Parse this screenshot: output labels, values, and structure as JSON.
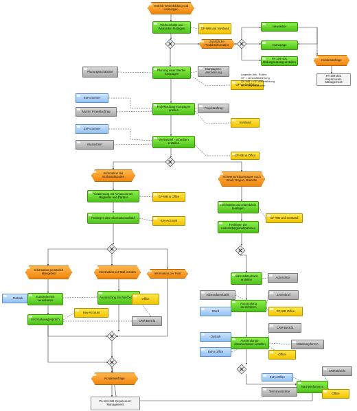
{
  "diagram": {
    "nodes": [
      {
        "id": "e0",
        "kind": "event",
        "label": "Vertrieb Weiterbildung und Leistungen"
      },
      {
        "id": "f1",
        "kind": "func",
        "label": "Werbeinhalte und Webseiten festlegen"
      },
      {
        "id": "r1",
        "kind": "role",
        "label": "GF-WB und Vorstand"
      },
      {
        "id": "e1",
        "kind": "event",
        "label": "Zusätzliche Produktinformation"
      },
      {
        "id": "f2",
        "kind": "func",
        "label": "Newsletter"
      },
      {
        "id": "f3",
        "kind": "func",
        "label": "Homepage"
      },
      {
        "id": "f4",
        "kind": "func",
        "label": "PA 104-400 Bildungskatalog erstellen"
      },
      {
        "id": "e2",
        "kind": "event",
        "label": "Kundenanfrage"
      },
      {
        "id": "d2",
        "kind": "doc",
        "label": "PA 104-231 Keyaccount-Management"
      },
      {
        "id": "s1",
        "kind": "system",
        "label": "Planungsschablone"
      },
      {
        "id": "f5",
        "kind": "func",
        "label": "Planung einer Werbe-Kampagne"
      },
      {
        "id": "s2",
        "kind": "system",
        "label": "Kampagnen-anforderung"
      },
      {
        "id": "r2",
        "kind": "role",
        "label": "GF Weiterbildung"
      },
      {
        "id": "a1",
        "kind": "app",
        "label": "ExFo Server"
      },
      {
        "id": "s3",
        "kind": "system",
        "label": "Muster Projektauftrag"
      },
      {
        "id": "f6",
        "kind": "func",
        "label": "Projektauftrag Kampagne erteilen"
      },
      {
        "id": "s4",
        "kind": "system",
        "label": "Projektauftrag"
      },
      {
        "id": "r3",
        "kind": "role",
        "label": "Vorstand"
      },
      {
        "id": "a2",
        "kind": "app",
        "label": "ExFo Server"
      },
      {
        "id": "s5",
        "kind": "system",
        "label": "Musterbrief"
      },
      {
        "id": "f7",
        "kind": "func",
        "label": "Werbebrief - schreiben erstellen"
      },
      {
        "id": "r4",
        "kind": "role",
        "label": "GF-WB & Office"
      },
      {
        "id": "e3",
        "kind": "event",
        "label": "Information der Schlüsselkunden"
      },
      {
        "id": "e4",
        "kind": "event",
        "label": "Schwerpunktkampagne nach Inhalt, Region, Branche"
      },
      {
        "id": "f8",
        "kind": "func",
        "label": "Abstimmung mit Keyaccounter, Mitglieder und Partner"
      },
      {
        "id": "r5",
        "kind": "role",
        "label": "GF-WB & Office"
      },
      {
        "id": "f9",
        "kind": "func",
        "label": "Festlegen des Informationsablauf"
      },
      {
        "id": "r6",
        "kind": "role",
        "label": "Key-Account"
      },
      {
        "id": "f10",
        "kind": "func",
        "label": "Reichweite und Datenbasis festlegen"
      },
      {
        "id": "r7",
        "kind": "role",
        "label": "GF-WB und Vorstand"
      },
      {
        "id": "f11",
        "kind": "func",
        "label": "Festlegen der Aussendungsmaßnahmen"
      },
      {
        "id": "e5",
        "kind": "event",
        "label": "Information persönlich übergeben"
      },
      {
        "id": "e6",
        "kind": "event",
        "label": "Information per Mail senden"
      },
      {
        "id": "e7",
        "kind": "event",
        "label": "Information per Post"
      },
      {
        "id": "a3",
        "kind": "app",
        "label": "Outlook"
      },
      {
        "id": "f12",
        "kind": "func",
        "label": "Kundentermin vereinbaren"
      },
      {
        "id": "f13",
        "kind": "func",
        "label": "Aussendung des Werbemails"
      },
      {
        "id": "r8",
        "kind": "role",
        "label": "Office"
      },
      {
        "id": "f14",
        "kind": "func",
        "label": "Informationsgespräch"
      },
      {
        "id": "r9",
        "kind": "role",
        "label": "Key-Account"
      },
      {
        "id": "s6",
        "kind": "system",
        "label": "CRM Bericht"
      },
      {
        "id": "f15",
        "kind": "func",
        "label": "Adressdatenbank erstellen"
      },
      {
        "id": "s7",
        "kind": "system",
        "label": "Adressliste"
      },
      {
        "id": "s8",
        "kind": "system",
        "label": "Adressdatenbank"
      },
      {
        "id": "s9",
        "kind": "system",
        "label": "Serienbrief"
      },
      {
        "id": "f16",
        "kind": "func",
        "label": "Aussendung durchführen"
      },
      {
        "id": "a4",
        "kind": "app",
        "label": "Word"
      },
      {
        "id": "r10",
        "kind": "role",
        "label": "GF-WB Office"
      },
      {
        "id": "a5",
        "kind": "app",
        "label": "Outlook"
      },
      {
        "id": "s10",
        "kind": "system",
        "label": "CRM Bericht"
      },
      {
        "id": "f17",
        "kind": "func",
        "label": "Aussendungs-dokumentation erstellen"
      },
      {
        "id": "s11",
        "kind": "system",
        "label": "Mitteilung für KA"
      },
      {
        "id": "a6",
        "kind": "app",
        "label": "ExFo Office"
      },
      {
        "id": "r11",
        "kind": "role",
        "label": "Office"
      },
      {
        "id": "a7",
        "kind": "app",
        "label": "ExFo Office"
      },
      {
        "id": "s12",
        "kind": "system",
        "label": "CRM Bericht"
      },
      {
        "id": "f18",
        "kind": "func",
        "label": "Nachtelefonieren"
      },
      {
        "id": "s13",
        "kind": "system",
        "label": "Telefonnotizliste"
      },
      {
        "id": "r12",
        "kind": "role",
        "label": "Office"
      },
      {
        "id": "e8",
        "kind": "event",
        "label": "Kundenanfrage"
      },
      {
        "id": "d1",
        "kind": "doc",
        "label": "PA 104-231 Keyaccount-Management"
      }
    ],
    "legend": {
      "title": "Legende Abk. Rollen:",
      "lines": [
        "GF = Geschäftsführung",
        "GF-WB = GF Weiterbildung",
        "KA = Key Accounter"
      ]
    }
  }
}
